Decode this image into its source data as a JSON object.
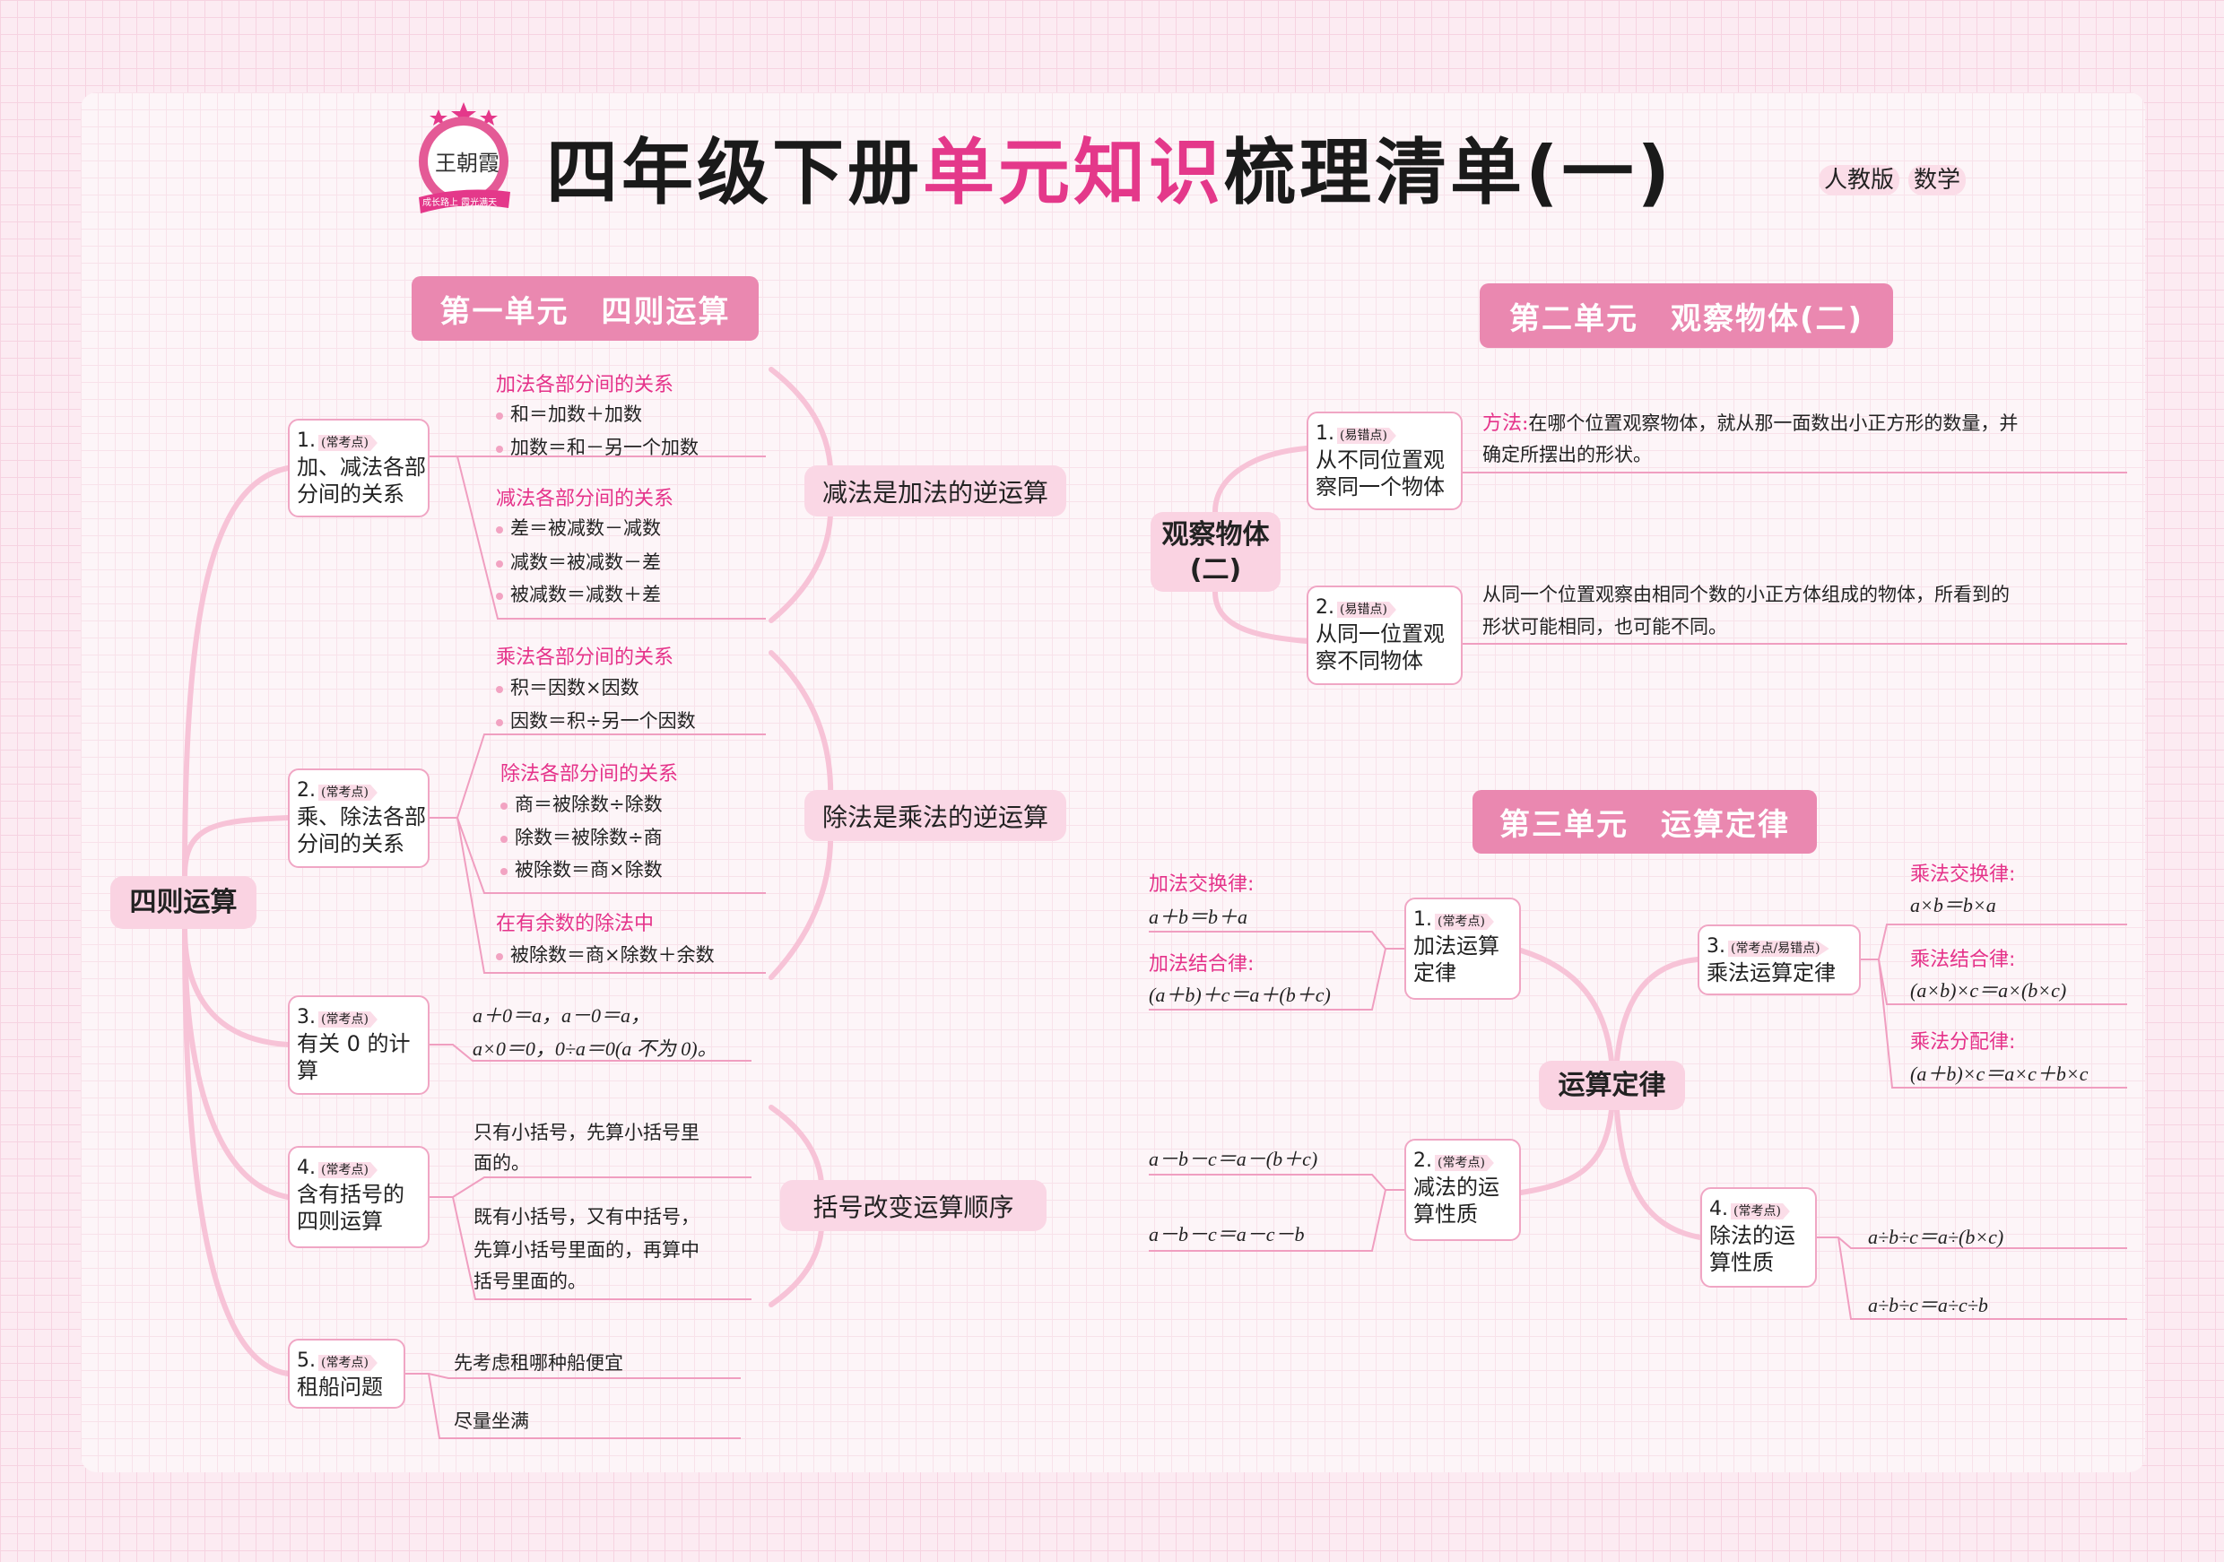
{
  "header": {
    "title_part1": "四年级下册",
    "title_highlight": "单元知识",
    "title_part2": "梳理清单(一)",
    "edition": "人教版",
    "subject": "数学",
    "logo": {
      "name": "王朝霞",
      "ribbon": "成长路上 霞光满天"
    }
  },
  "unit1": {
    "banner": "第一单元　四则运算",
    "root": "四则运算",
    "nodes": [
      {
        "num": "1.",
        "tag": "(常考点)",
        "lines": [
          "加、减法各部",
          "分间的关系"
        ]
      },
      {
        "num": "2.",
        "tag": "(常考点)",
        "lines": [
          "乘、除法各部",
          "分间的关系"
        ]
      },
      {
        "num": "3.",
        "tag": "(常考点)",
        "lines": [
          "有关 0 的计",
          "算"
        ]
      },
      {
        "num": "4.",
        "tag": "(常考点)",
        "lines": [
          "含有括号的",
          "四则运算"
        ]
      },
      {
        "num": "5.",
        "tag": "(常考点)",
        "lines": [
          "租船问题"
        ]
      }
    ],
    "add_rel": {
      "title": "加法各部分间的关系",
      "items": [
        "和＝加数＋加数",
        "加数＝和－另一个加数"
      ]
    },
    "sub_rel": {
      "title": "减法各部分间的关系",
      "items": [
        "差＝被减数－减数",
        "减数＝被减数－差",
        "被减数＝减数＋差"
      ]
    },
    "mul_rel": {
      "title": "乘法各部分间的关系",
      "items": [
        "积＝因数×因数",
        "因数＝积÷另一个因数"
      ]
    },
    "div_rel": {
      "title": "除法各部分间的关系",
      "items": [
        "商＝被除数÷除数",
        "除数＝被除数÷商",
        "被除数＝商×除数"
      ]
    },
    "rem_rel": {
      "title": "在有余数的除法中",
      "items": [
        "被除数＝商×除数＋余数"
      ]
    },
    "branch_sub": "减法是加法的逆运算",
    "branch_div": "除法是乘法的逆运算",
    "zero": [
      "a＋0＝a，a－0＝a，",
      "a×0＝0，0÷a＝0(a 不为 0)。"
    ],
    "paren": [
      "只有小括号，先算小括号里",
      "面的。",
      "既有小括号，又有中括号，",
      "先算小括号里面的，再算中",
      "括号里面的。"
    ],
    "branch_paren": "括号改变运算顺序",
    "boat": [
      "先考虑租哪种船便宜",
      "尽量坐满"
    ]
  },
  "unit2": {
    "banner": "第二单元　观察物体(二)",
    "root": "观察物体\n(二)",
    "nodes": [
      {
        "num": "1.",
        "tag": "(易错点)",
        "lines": [
          "从不同位置观",
          "察同一个物体"
        ]
      },
      {
        "num": "2.",
        "tag": "(易错点)",
        "lines": [
          "从同一位置观",
          "察不同物体"
        ]
      }
    ],
    "method_label": "方法:",
    "method_text": [
      "在哪个位置观察物体，就从那一面数出小正方形的数量，并",
      "确定所摆出的形状。"
    ],
    "same_pos_text": [
      "从同一个位置观察由相同个数的小正方体组成的物体，所看到的",
      "形状可能相同，也可能不同。"
    ]
  },
  "unit3": {
    "banner": "第三单元　运算定律",
    "root": "运算定律",
    "nodes": [
      {
        "num": "1.",
        "tag": "(常考点)",
        "lines": [
          "加法运算",
          "定律"
        ]
      },
      {
        "num": "2.",
        "tag": "(常考点)",
        "lines": [
          "减法的运",
          "算性质"
        ]
      },
      {
        "num": "3.",
        "tag": "(常考点/易错点)",
        "lines": [
          "乘法运算定律"
        ]
      },
      {
        "num": "4.",
        "tag": "(常考点)",
        "lines": [
          "除法的运",
          "算性质"
        ]
      }
    ],
    "add_comm": {
      "title": "加法交换律:",
      "formula": "a＋b＝b＋a"
    },
    "add_assoc": {
      "title": "加法结合律:",
      "formula": "(a＋b)＋c＝a＋(b＋c)"
    },
    "sub_props": [
      "a－b－c＝a－(b＋c)",
      "a－b－c＝a－c－b"
    ],
    "mul_comm": {
      "title": "乘法交换律:",
      "formula": "a×b＝b×a"
    },
    "mul_assoc": {
      "title": "乘法结合律:",
      "formula": "(a×b)×c＝a×(b×c)"
    },
    "mul_dist": {
      "title": "乘法分配律:",
      "formula": "(a＋b)×c＝a×c＋b×c"
    },
    "div_props": [
      "a÷b÷c＝a÷(b×c)",
      "a÷b÷c＝a÷c÷b"
    ]
  },
  "colors": {
    "accent": "#e4388a",
    "banner": "#ea88b0",
    "node_border": "#f0a6c4",
    "root_fill": "#fad3e2"
  }
}
